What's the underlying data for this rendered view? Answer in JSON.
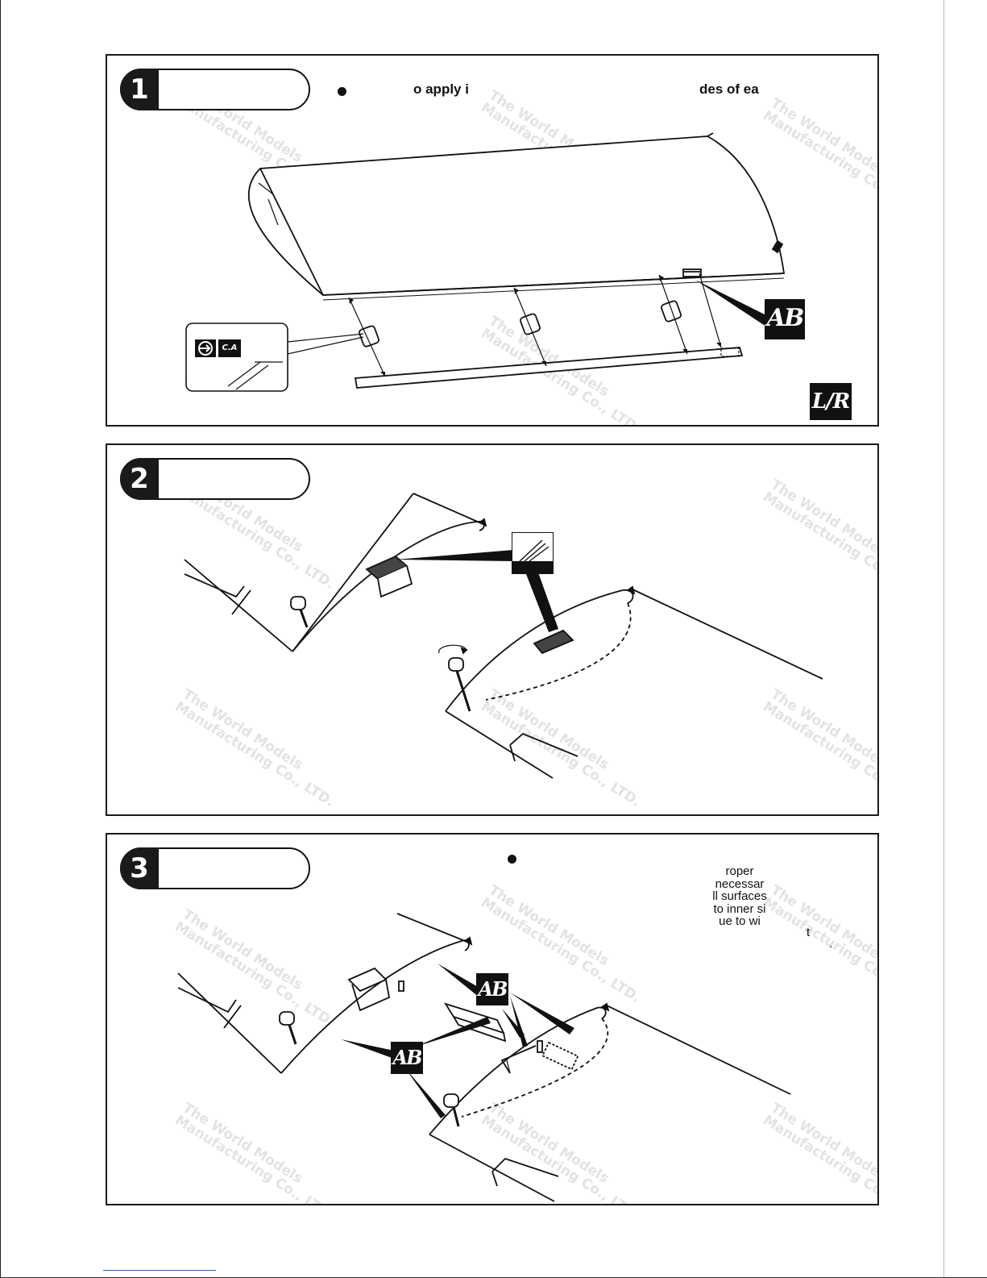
{
  "steps": [
    {
      "number": "1",
      "note": {
        "part_a": "o apply i",
        "part_b": "des of ea"
      },
      "badges": {
        "ab": "AB",
        "lr": "L/R",
        "ca": "C.A"
      }
    },
    {
      "number": "2"
    },
    {
      "number": "3",
      "note_lines": [
        "roper",
        "necessar",
        "ll surfaces",
        "to inner si",
        "ue to wi"
      ],
      "note_fragments": {
        "t": "t",
        "dot": "."
      },
      "badges": {
        "ab_upper": "AB",
        "ab_lower": "AB"
      }
    }
  ],
  "watermark": {
    "line1": "The World Models",
    "line2": "Manufacturing Co., LTD."
  },
  "icons": [
    "glue-applicator-icon",
    "sanding-icon",
    "ca-glue-icon"
  ],
  "colors": {
    "ink": "#111111",
    "watermark": "#e3e3e3",
    "link": "#3355cc"
  }
}
